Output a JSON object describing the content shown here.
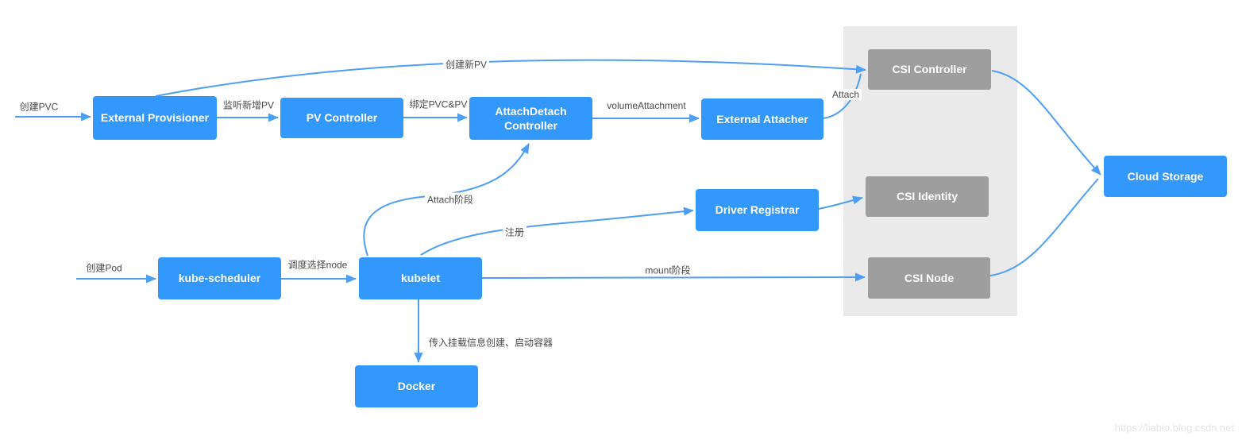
{
  "nodes": {
    "external_provisioner": "External Provisioner",
    "pv_controller": "PV Controller",
    "attachdetach_controller": "AttachDetach Controller",
    "external_attacher": "External Attacher",
    "csi_controller": "CSI Controller",
    "csi_identity": "CSI Identity",
    "csi_node": "CSI Node",
    "driver_registrar": "Driver Registrar",
    "kube_scheduler": "kube-scheduler",
    "kubelet": "kubelet",
    "docker": "Docker",
    "cloud_storage": "Cloud Storage"
  },
  "edge_labels": {
    "create_pvc": "创建PVC",
    "watch_new_pv": "监听新增PV",
    "bind_pvc_pv": "绑定PVC&PV",
    "volume_attachment": "volumeAttachment",
    "create_new_pv": "创建新PV",
    "attach": "Attach",
    "attach_stage": "Attach阶段",
    "register": "注册",
    "create_pod": "创建Pod",
    "schedule_select_node": "调度选择node",
    "mount_stage": "mount阶段",
    "pass_mount_info": "传入挂载信息创建、启动容器"
  },
  "watermark": "https://liabio.blog.csdn.net",
  "colors": {
    "node_blue": "#3398fb",
    "node_gray": "#9e9e9e",
    "panel_gray": "#eaeaea",
    "arrow_blue": "#4d9ff5",
    "label_text": "#4a4a4a",
    "watermark_text": "#e4e4e8"
  }
}
